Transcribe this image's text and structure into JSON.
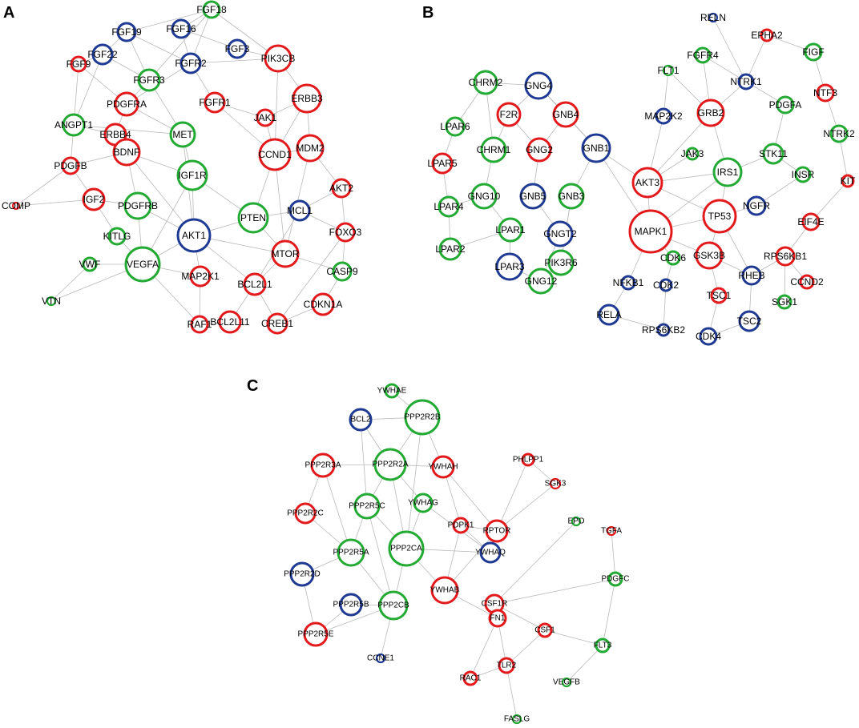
{
  "colors": {
    "red": "#e31a1c",
    "green": "#22aa33",
    "blue": "#1f3a93",
    "edge": "#b9b9b9"
  },
  "panels": [
    {
      "letter": "A",
      "nodes": [
        {
          "label": "FGF18",
          "color": "green"
        },
        {
          "label": "FGF19",
          "color": "blue"
        },
        {
          "label": "FGF16",
          "color": "blue"
        },
        {
          "label": "FGF22",
          "color": "blue"
        },
        {
          "label": "FGF3",
          "color": "blue"
        },
        {
          "label": "FGFR2",
          "color": "blue"
        },
        {
          "label": "PIK3CB",
          "color": "red"
        },
        {
          "label": "FGF9",
          "color": "red"
        },
        {
          "label": "FGFR3",
          "color": "green"
        },
        {
          "label": "ERBB3",
          "color": "red"
        },
        {
          "label": "PDGFRA",
          "color": "red"
        },
        {
          "label": "FGFR1",
          "color": "red"
        },
        {
          "label": "ANGPT1",
          "color": "green"
        },
        {
          "label": "ERBB4",
          "color": "red"
        },
        {
          "label": "MET",
          "color": "green"
        },
        {
          "label": "JAK1",
          "color": "red"
        },
        {
          "label": "CCND1",
          "color": "red"
        },
        {
          "label": "MDM2",
          "color": "red"
        },
        {
          "label": "PDGFB",
          "color": "red"
        },
        {
          "label": "BDNF",
          "color": "red"
        },
        {
          "label": "IGF1R",
          "color": "green"
        },
        {
          "label": "AKT2",
          "color": "red"
        },
        {
          "label": "IGF2",
          "color": "red"
        },
        {
          "label": "PDGFRB",
          "color": "green"
        },
        {
          "label": "COMP",
          "color": "red"
        },
        {
          "label": "PTEN",
          "color": "green"
        },
        {
          "label": "MCL1",
          "color": "blue"
        },
        {
          "label": "KITLG",
          "color": "green"
        },
        {
          "label": "AKT1",
          "color": "blue"
        },
        {
          "label": "FOXO3",
          "color": "red"
        },
        {
          "label": "MTOR",
          "color": "red"
        },
        {
          "label": "VWF",
          "color": "green"
        },
        {
          "label": "VEGFA",
          "color": "green"
        },
        {
          "label": "CASP9",
          "color": "green"
        },
        {
          "label": "MAP2K1",
          "color": "red"
        },
        {
          "label": "BCL2L1",
          "color": "red"
        },
        {
          "label": "VTN",
          "color": "green"
        },
        {
          "label": "RAF1",
          "color": "red"
        },
        {
          "label": "CDKN1A",
          "color": "red"
        },
        {
          "label": "BCL2L11",
          "color": "red"
        },
        {
          "label": "CREB1",
          "color": "red"
        }
      ]
    },
    {
      "letter": "B",
      "nodes": [
        {
          "label": "RELN",
          "color": "blue"
        },
        {
          "label": "EPHA2",
          "color": "red"
        },
        {
          "label": "FGFR4",
          "color": "green"
        },
        {
          "label": "FIGF",
          "color": "green"
        },
        {
          "label": "FLT1",
          "color": "green"
        },
        {
          "label": "NTRK1",
          "color": "blue"
        },
        {
          "label": "CHRM2",
          "color": "green"
        },
        {
          "label": "GNG4",
          "color": "blue"
        },
        {
          "label": "NTF3",
          "color": "red"
        },
        {
          "label": "F2R",
          "color": "red"
        },
        {
          "label": "GNB4",
          "color": "red"
        },
        {
          "label": "MAP2K2",
          "color": "blue"
        },
        {
          "label": "GRB2",
          "color": "red"
        },
        {
          "label": "PDGFA",
          "color": "green"
        },
        {
          "label": "LPAR6",
          "color": "green"
        },
        {
          "label": "NTRK2",
          "color": "green"
        },
        {
          "label": "CHRM1",
          "color": "green"
        },
        {
          "label": "GNG2",
          "color": "red"
        },
        {
          "label": "GNB1",
          "color": "blue"
        },
        {
          "label": "JAK3",
          "color": "green"
        },
        {
          "label": "STK11",
          "color": "green"
        },
        {
          "label": "LPAR5",
          "color": "red"
        },
        {
          "label": "IRS1",
          "color": "green"
        },
        {
          "label": "INSR",
          "color": "green"
        },
        {
          "label": "KIT",
          "color": "red"
        },
        {
          "label": "AKT3",
          "color": "red"
        },
        {
          "label": "GNG10",
          "color": "green"
        },
        {
          "label": "GNB5",
          "color": "blue"
        },
        {
          "label": "GNB3",
          "color": "green"
        },
        {
          "label": "LPAR4",
          "color": "green"
        },
        {
          "label": "NGFR",
          "color": "blue"
        },
        {
          "label": "TP53",
          "color": "red"
        },
        {
          "label": "EIF4E",
          "color": "red"
        },
        {
          "label": "LPAR1",
          "color": "green"
        },
        {
          "label": "MAPK1",
          "color": "red"
        },
        {
          "label": "GNGT2",
          "color": "blue"
        },
        {
          "label": "LPAR2",
          "color": "green"
        },
        {
          "label": "PIK3R6",
          "color": "green"
        },
        {
          "label": "GSK3B",
          "color": "red"
        },
        {
          "label": "CDK6",
          "color": "green"
        },
        {
          "label": "RPS6KB1",
          "color": "red"
        },
        {
          "label": "LPAR3",
          "color": "blue"
        },
        {
          "label": "RHEB",
          "color": "blue"
        },
        {
          "label": "GNG12",
          "color": "green"
        },
        {
          "label": "NFKB1",
          "color": "blue"
        },
        {
          "label": "CDK2",
          "color": "blue"
        },
        {
          "label": "CCND2",
          "color": "red"
        },
        {
          "label": "TSC1",
          "color": "red"
        },
        {
          "label": "SGK1",
          "color": "green"
        },
        {
          "label": "RELA",
          "color": "blue"
        },
        {
          "label": "TSC2",
          "color": "blue"
        },
        {
          "label": "RPS6KB2",
          "color": "blue"
        },
        {
          "label": "CDK4",
          "color": "blue"
        }
      ]
    },
    {
      "letter": "C",
      "nodes": [
        {
          "label": "YWHAE",
          "color": "green"
        },
        {
          "label": "BCL2",
          "color": "blue"
        },
        {
          "label": "PPP2R2B",
          "color": "green"
        },
        {
          "label": "PPP2R3A",
          "color": "red"
        },
        {
          "label": "PPP2R2A",
          "color": "green"
        },
        {
          "label": "YWHAH",
          "color": "red"
        },
        {
          "label": "PHLPP1",
          "color": "red"
        },
        {
          "label": "SGK3",
          "color": "red"
        },
        {
          "label": "PPP2R2C",
          "color": "red"
        },
        {
          "label": "PPP2R5C",
          "color": "green"
        },
        {
          "label": "YWHAG",
          "color": "green"
        },
        {
          "label": "PDPK1",
          "color": "red"
        },
        {
          "label": "RPTOR",
          "color": "red"
        },
        {
          "label": "EPO",
          "color": "green"
        },
        {
          "label": "TGFA",
          "color": "red"
        },
        {
          "label": "PPP2R5A",
          "color": "green"
        },
        {
          "label": "PPP2CA",
          "color": "green"
        },
        {
          "label": "YWHAQ",
          "color": "blue"
        },
        {
          "label": "PPP2R2D",
          "color": "blue"
        },
        {
          "label": "CSF1R",
          "color": "red"
        },
        {
          "label": "PDGFC",
          "color": "green"
        },
        {
          "label": "YWHAB",
          "color": "red"
        },
        {
          "label": "PPP2R5B",
          "color": "blue"
        },
        {
          "label": "PPP2CB",
          "color": "green"
        },
        {
          "label": "FN1",
          "color": "red"
        },
        {
          "label": "CSF1",
          "color": "red"
        },
        {
          "label": "PPP2R5E",
          "color": "red"
        },
        {
          "label": "FLT3",
          "color": "green"
        },
        {
          "label": "CCNE1",
          "color": "blue"
        },
        {
          "label": "TLR2",
          "color": "red"
        },
        {
          "label": "RAC1",
          "color": "red"
        },
        {
          "label": "VEGFB",
          "color": "green"
        },
        {
          "label": "FASLG",
          "color": "green"
        }
      ]
    }
  ]
}
